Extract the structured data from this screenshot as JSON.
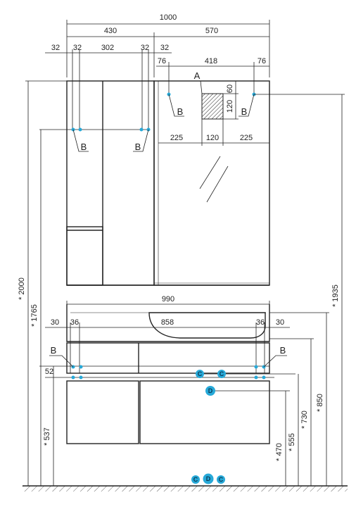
{
  "dimensions": {
    "total_width": "1000",
    "cabinet_width": "430",
    "mirror_width": "570",
    "cab_edge_left": "32",
    "cab_edge_1": "32",
    "cab_span": "302",
    "cab_edge_2": "32",
    "cab_edge_3": "32",
    "mirror_edge_left": "76",
    "mirror_span": "418",
    "mirror_edge_right": "76",
    "outlet_height_top": "60",
    "outlet_height": "120",
    "outlet_left": "225",
    "outlet_width": "120",
    "outlet_right": "225",
    "basin_width": "990",
    "basin_edge_left": "30",
    "vanity_edge_left": "36",
    "vanity_span": "858",
    "vanity_edge_right": "36",
    "basin_edge_right": "30",
    "rail_gap": "52",
    "h_2000": "* 2000",
    "h_1765": "* 1765",
    "h_537": "* 537",
    "h_1935": "* 1935",
    "h_850": "* 850",
    "h_730": "* 730",
    "h_555": "* 555",
    "h_470": "* 470"
  },
  "labels": {
    "A": "A",
    "B": "B",
    "C": "C",
    "D": "D"
  },
  "colors": {
    "marker": "#27a9d8",
    "line": "#222222"
  }
}
